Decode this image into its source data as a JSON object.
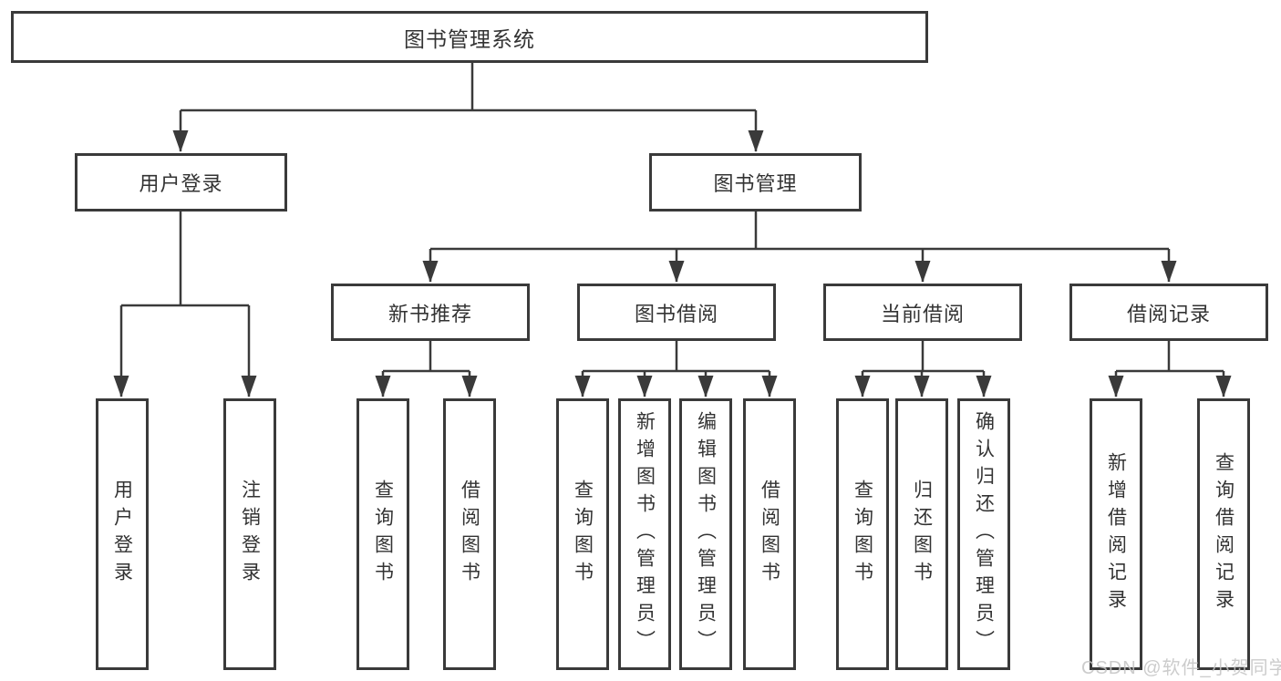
{
  "diagram_title": "图书管理系统",
  "colors": {
    "line": "#3a3a3a",
    "box_border": "#3a3a3a",
    "text": "#333333",
    "watermark": "#c3c3c3",
    "background": "#ffffff"
  },
  "tree": {
    "label": "图书管理系统",
    "children": [
      {
        "label": "用户登录",
        "children": [
          {
            "label": "用户登录"
          },
          {
            "label": "注销登录"
          }
        ]
      },
      {
        "label": "图书管理",
        "children": [
          {
            "label": "新书推荐",
            "children": [
              {
                "label": "查询图书"
              },
              {
                "label": "借阅图书"
              }
            ]
          },
          {
            "label": "图书借阅",
            "children": [
              {
                "label": "查询图书"
              },
              {
                "label": "新增图书（管理员）"
              },
              {
                "label": "编辑图书（管理员）"
              },
              {
                "label": "借阅图书"
              }
            ]
          },
          {
            "label": "当前借阅",
            "children": [
              {
                "label": "查询图书"
              },
              {
                "label": "归还图书"
              },
              {
                "label": "确认归还（管理员）"
              }
            ]
          },
          {
            "label": "借阅记录",
            "children": [
              {
                "label": "新增借阅记录"
              },
              {
                "label": "查询借阅记录"
              }
            ]
          }
        ]
      }
    ]
  },
  "watermark": "CSDN @软件_小贺同学"
}
